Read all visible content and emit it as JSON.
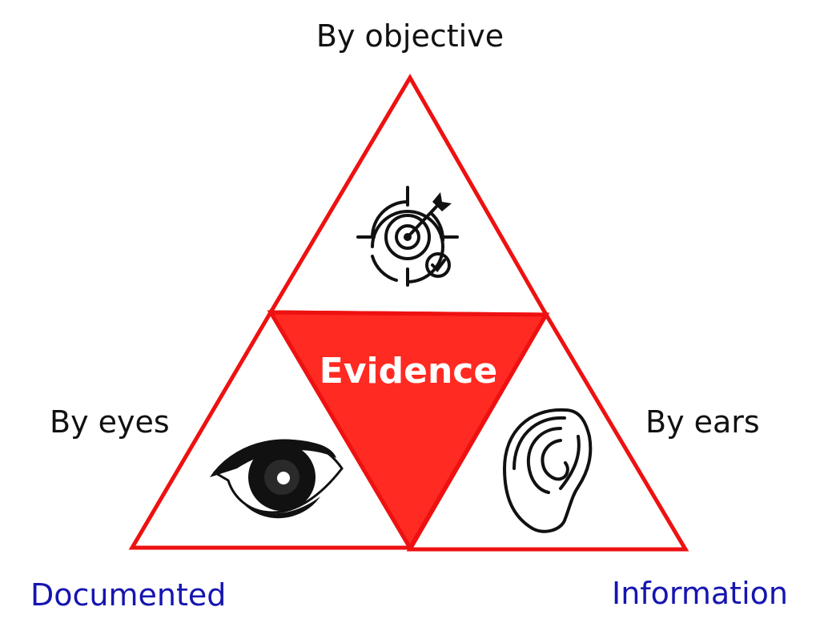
{
  "labels": {
    "top": "By objective",
    "left": "By eyes",
    "right": "By ears",
    "bottom_left": "Documented",
    "bottom_right": "Information",
    "center": "Evidence"
  },
  "icons": {
    "top": "target-arrow-check-icon",
    "left": "eye-icon",
    "right": "ear-icon"
  },
  "colors": {
    "outline": "#ee1111",
    "center_fill": "#ff2a22",
    "label_text": "#111111",
    "bottom_text": "#1515b0",
    "center_text": "#ffffff"
  }
}
